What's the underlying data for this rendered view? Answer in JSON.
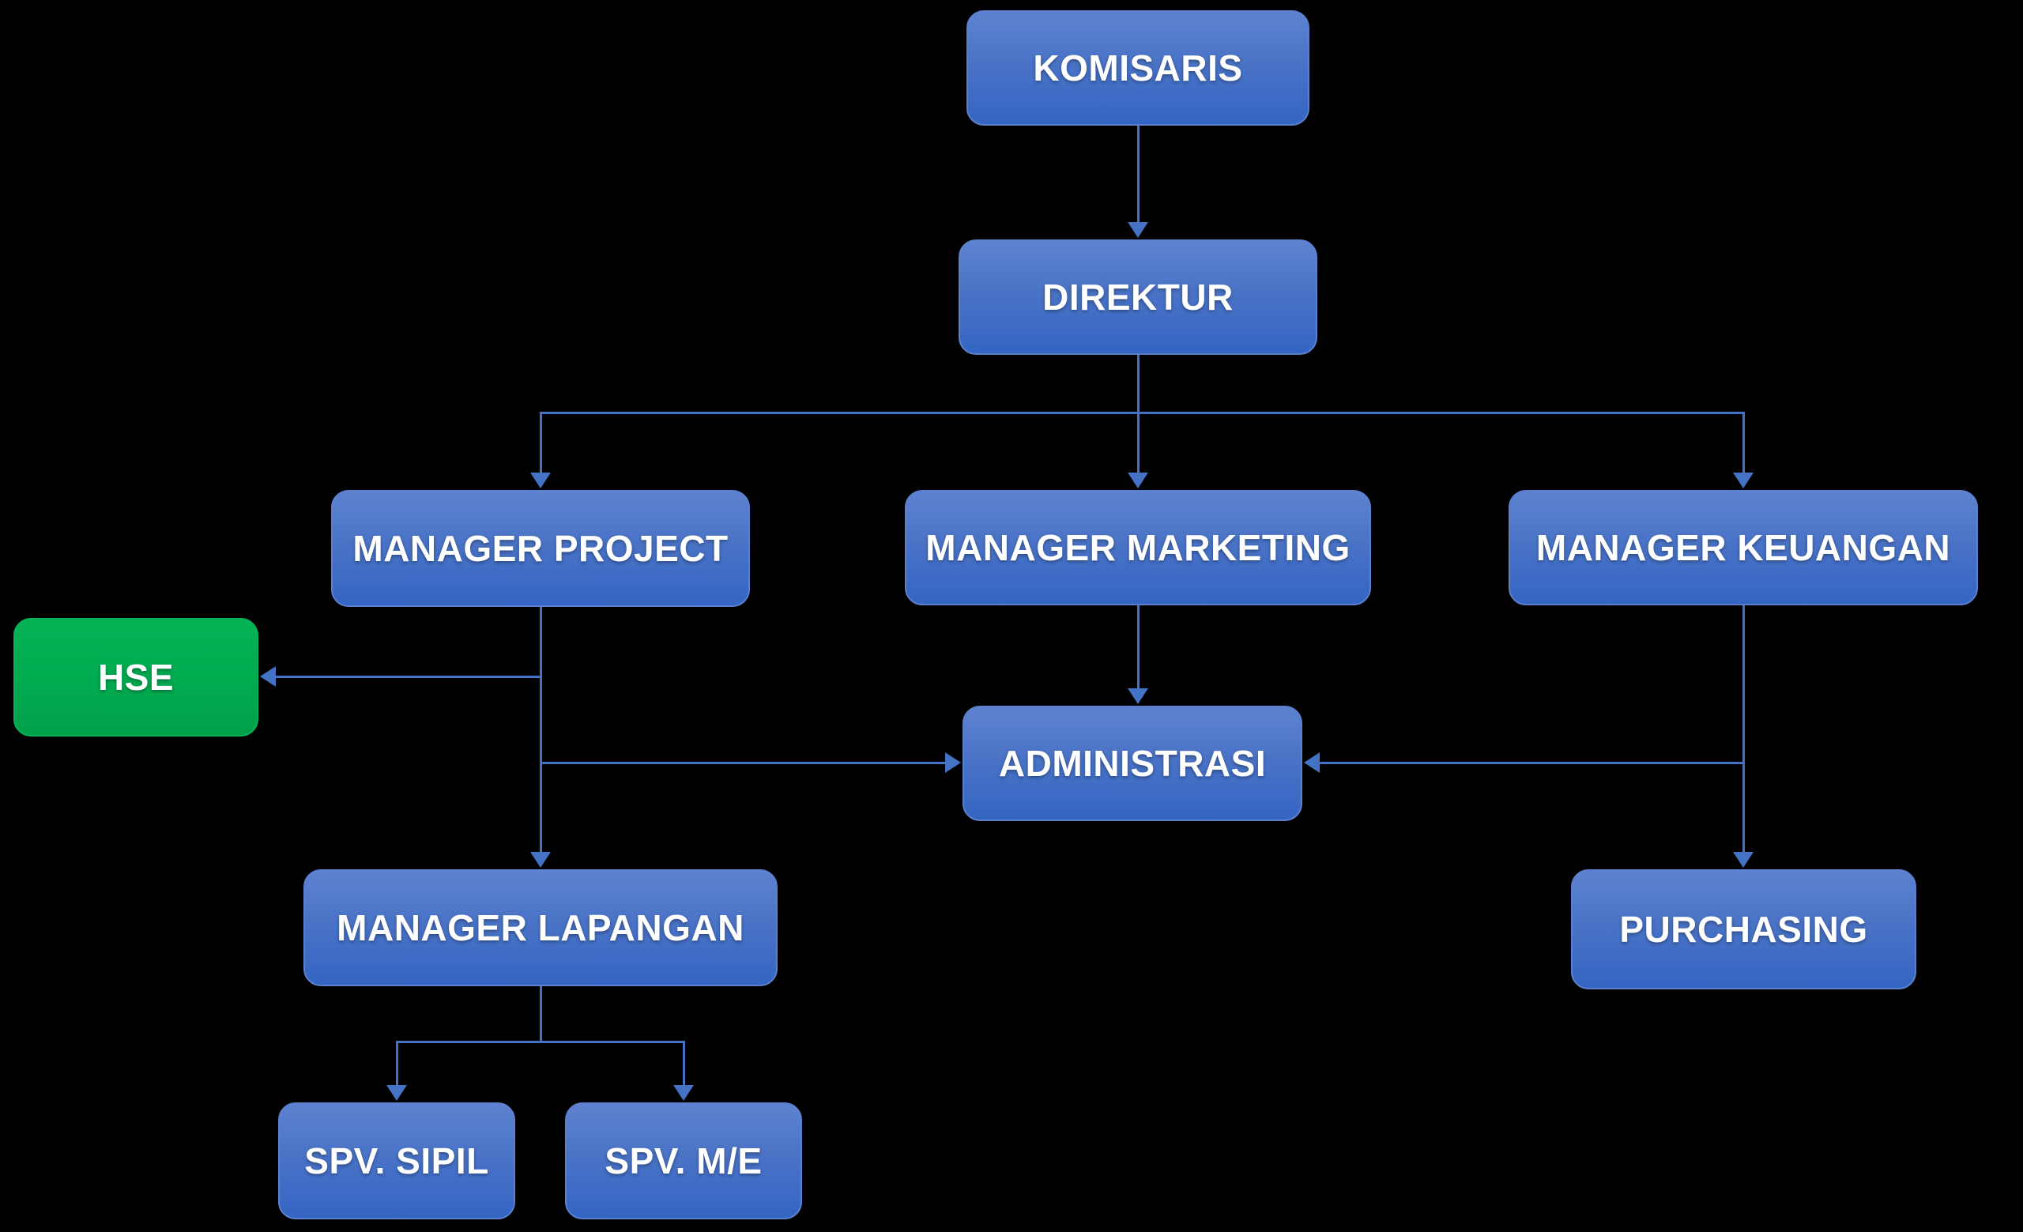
{
  "diagram": {
    "type": "org-chart",
    "background_color": "#000000",
    "connector_color": "#4472C4",
    "node_fill_top": "#5E82D1",
    "node_fill_bottom": "#3465C4",
    "hse_fill": "#00AB50",
    "text_color": "#FFFFFF",
    "nodes": {
      "komisaris": {
        "label": "KOMISARIS",
        "color": "blue"
      },
      "direktur": {
        "label": "DIREKTUR",
        "color": "blue"
      },
      "manager_project": {
        "label": "MANAGER PROJECT",
        "color": "blue"
      },
      "manager_marketing": {
        "label": "MANAGER MARKETING",
        "color": "blue"
      },
      "manager_keuangan": {
        "label": "MANAGER KEUANGAN",
        "color": "blue"
      },
      "hse": {
        "label": "HSE",
        "color": "green"
      },
      "administrasi": {
        "label": "ADMINISTRASI",
        "color": "blue"
      },
      "manager_lapangan": {
        "label": "MANAGER LAPANGAN",
        "color": "blue"
      },
      "purchasing": {
        "label": "PURCHASING",
        "color": "blue"
      },
      "spv_sipil": {
        "label": "SPV. SIPIL",
        "color": "blue"
      },
      "spv_me": {
        "label": "SPV. M/E",
        "color": "blue"
      }
    },
    "edges": [
      {
        "from": "KOMISARIS",
        "to": "DIREKTUR"
      },
      {
        "from": "DIREKTUR",
        "to": "MANAGER PROJECT"
      },
      {
        "from": "DIREKTUR",
        "to": "MANAGER MARKETING"
      },
      {
        "from": "DIREKTUR",
        "to": "MANAGER KEUANGAN"
      },
      {
        "from": "MANAGER PROJECT",
        "to": "HSE"
      },
      {
        "from": "MANAGER PROJECT",
        "to": "ADMINISTRASI"
      },
      {
        "from": "MANAGER PROJECT",
        "to": "MANAGER LAPANGAN"
      },
      {
        "from": "MANAGER MARKETING",
        "to": "ADMINISTRASI"
      },
      {
        "from": "MANAGER KEUANGAN",
        "to": "ADMINISTRASI"
      },
      {
        "from": "MANAGER KEUANGAN",
        "to": "PURCHASING"
      },
      {
        "from": "MANAGER LAPANGAN",
        "to": "SPV. SIPIL"
      },
      {
        "from": "MANAGER LAPANGAN",
        "to": "SPV. M/E"
      }
    ]
  }
}
